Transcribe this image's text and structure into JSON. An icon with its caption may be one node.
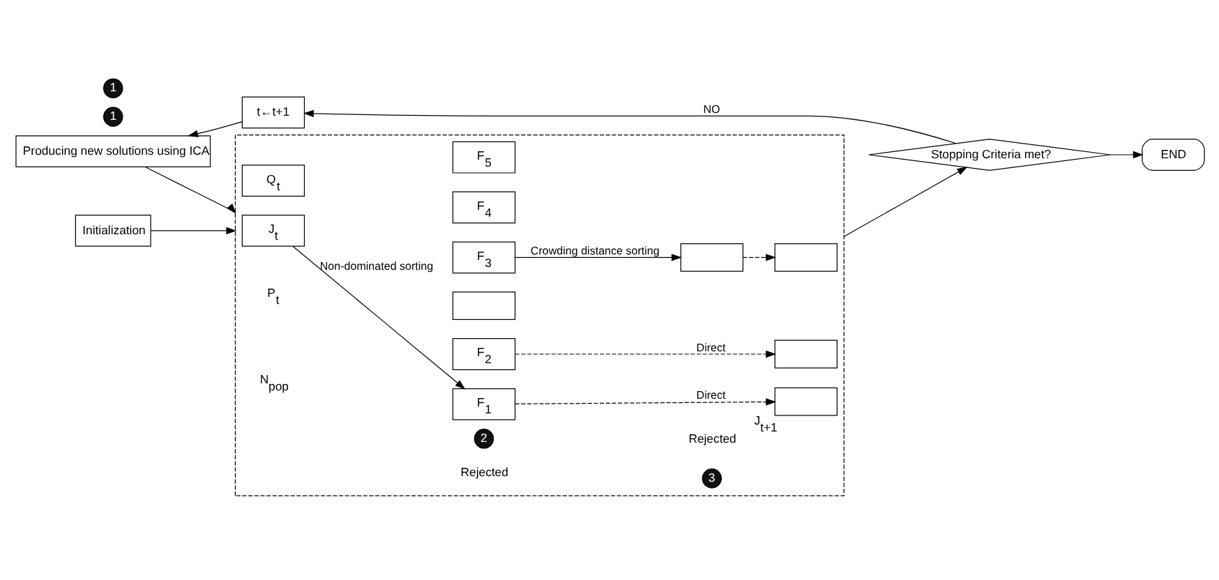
{
  "diagram": {
    "nodes": [
      {
        "text": [
          "Producing new solutions using ICA"
        ]
      },
      {
        "text": [
          "t←t+1"
        ]
      },
      {
        "text": [
          "Initialization"
        ]
      },
      {
        "text": [],
        "shape": "box"
      },
      {
        "text": [
          "J$_{t}$"
        ],
        "in": 3
      },
      {
        "text": [
          "Q$_{t}$"
        ],
        "in": 3
      },
      {
        "text": [
          "F$_{1}$"
        ],
        "in": 3
      },
      {
        "text": [
          "F$_{2}$"
        ],
        "in": 3
      },
      {
        "text": [],
        "shape": "box",
        "in": 3
      },
      {
        "text": [
          "F$_{3}$"
        ],
        "in": 3
      },
      {
        "text": [
          "F$_{4}$"
        ],
        "in": 3
      },
      {
        "text": [
          "F$_{5}$"
        ],
        "in": 3
      },
      {
        "text": [],
        "shape": "box",
        "in": 3
      },
      {
        "text": [],
        "shape": "box",
        "in": 3,
        "beside": [
          "J$_{t+1}$"
        ]
      },
      {
        "text": [],
        "shape": "box",
        "in": 3
      },
      {
        "text": [],
        "shape": "box",
        "in": 3
      },
      {
        "text": [
          "Stopping Criteria met?"
        ]
      },
      {
        "text": [
          "END"
        ]
      }
    ],
    "edges": [
      {
        "from": 16,
        "to": 1,
        "arrow": "to",
        "label": "NO"
      },
      {
        "from": 1,
        "to": 0,
        "arrow": "to"
      },
      {
        "from": 0,
        "to": 3,
        "arrow": "to"
      },
      {
        "from": 2,
        "to": 3,
        "arrow": "to"
      },
      {
        "from": 4,
        "to": 6,
        "arrow": "to",
        "label": "Non-dominated sorting"
      },
      {
        "from": 6,
        "to": 13,
        "arrow": "to",
        "label": "Direct",
        "style": "dashed"
      },
      {
        "from": 7,
        "to": 14,
        "arrow": "to",
        "label": "Direct",
        "style": "dashed"
      },
      {
        "from": 9,
        "to": 12,
        "arrow": "to",
        "label": "Crowding distance sorting"
      },
      {
        "from": 12,
        "to": 15,
        "arrow": "to",
        "style": "dashed"
      },
      {
        "from": 3,
        "to": 16,
        "arrow": "to"
      },
      {
        "from": 16,
        "to": 17,
        "arrow": "to"
      }
    ],
    "labels": [
      "1",
      "P$_{t}$",
      "N$_{pop}$",
      "2",
      "1",
      "Rejected",
      "Rejected",
      "3"
    ]
  }
}
